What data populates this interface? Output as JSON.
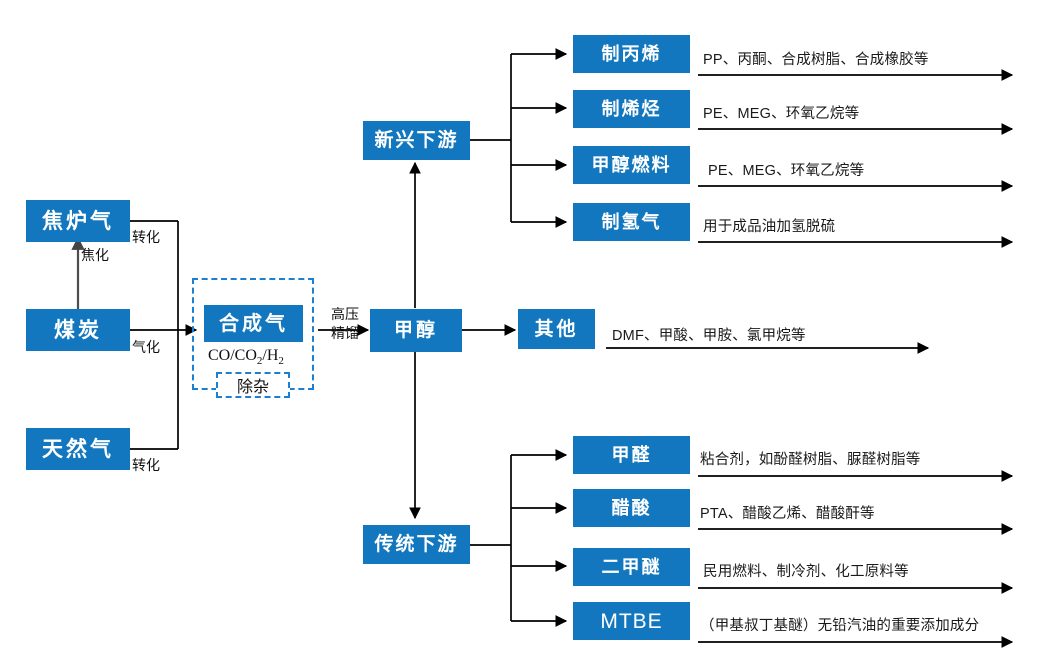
{
  "theme": {
    "node_blue": "#1277BE",
    "dash_blue": "#1B7FD4",
    "line_black": "#000000",
    "text_dark": "#1a1a1a",
    "canvas": "#ffffff"
  },
  "diagram": {
    "type": "process-flow",
    "title_present": false,
    "sources": [
      {
        "id": "coke-oven-gas",
        "label": "焦炉气"
      },
      {
        "id": "coal",
        "label": "煤炭"
      },
      {
        "id": "natural-gas",
        "label": "天然气"
      }
    ],
    "source_edge_labels": [
      {
        "id": "coke-oven-gas-conv",
        "label": "转化"
      },
      {
        "id": "coking",
        "label": "焦化"
      },
      {
        "id": "gasification",
        "label": "气化"
      },
      {
        "id": "natural-gas-conv",
        "label": "转化"
      }
    ],
    "syngas": {
      "label": "合成气",
      "formula_prefix": "CO/CO",
      "formula_sub": "2",
      "formula_suffix": "/H",
      "formula_sub2": "2",
      "formula_plain": "CO/CO2/H2",
      "purify_label": "除杂"
    },
    "syngas_to_methanol_label_top": "高压",
    "syngas_to_methanol_label_bottom": "精馏",
    "methanol": {
      "label": "甲醇"
    },
    "other": {
      "label": "其他",
      "description": "DMF、甲酸、甲胺、氯甲烷等"
    },
    "branches": [
      {
        "id": "emerging-downstream",
        "label": "新兴下游",
        "products": [
          {
            "id": "propylene",
            "label": "制丙烯",
            "description": "PP、丙酮、合成树脂、合成橡胶等"
          },
          {
            "id": "olefins",
            "label": "制烯烃",
            "description": "PE、MEG、环氧乙烷等"
          },
          {
            "id": "methanol-fuel",
            "label": "甲醇燃料",
            "description": "PE、MEG、环氧乙烷等"
          },
          {
            "id": "hydrogen",
            "label": "制氢气",
            "description": "用于成品油加氢脱硫"
          }
        ]
      },
      {
        "id": "traditional-downstream",
        "label": "传统下游",
        "products": [
          {
            "id": "formaldehyde",
            "label": "甲醛",
            "description": "粘合剂，如酚醛树脂、脲醛树脂等"
          },
          {
            "id": "acetic-acid",
            "label": "醋酸",
            "description": "PTA、醋酸乙烯、醋酸酐等"
          },
          {
            "id": "dme",
            "label": "二甲醚",
            "description": "民用燃料、制冷剂、化工原料等"
          },
          {
            "id": "mtbe",
            "label": "MTBE",
            "description": "（甲基叔丁基醚）无铅汽油的重要添加成分"
          }
        ]
      }
    ]
  }
}
